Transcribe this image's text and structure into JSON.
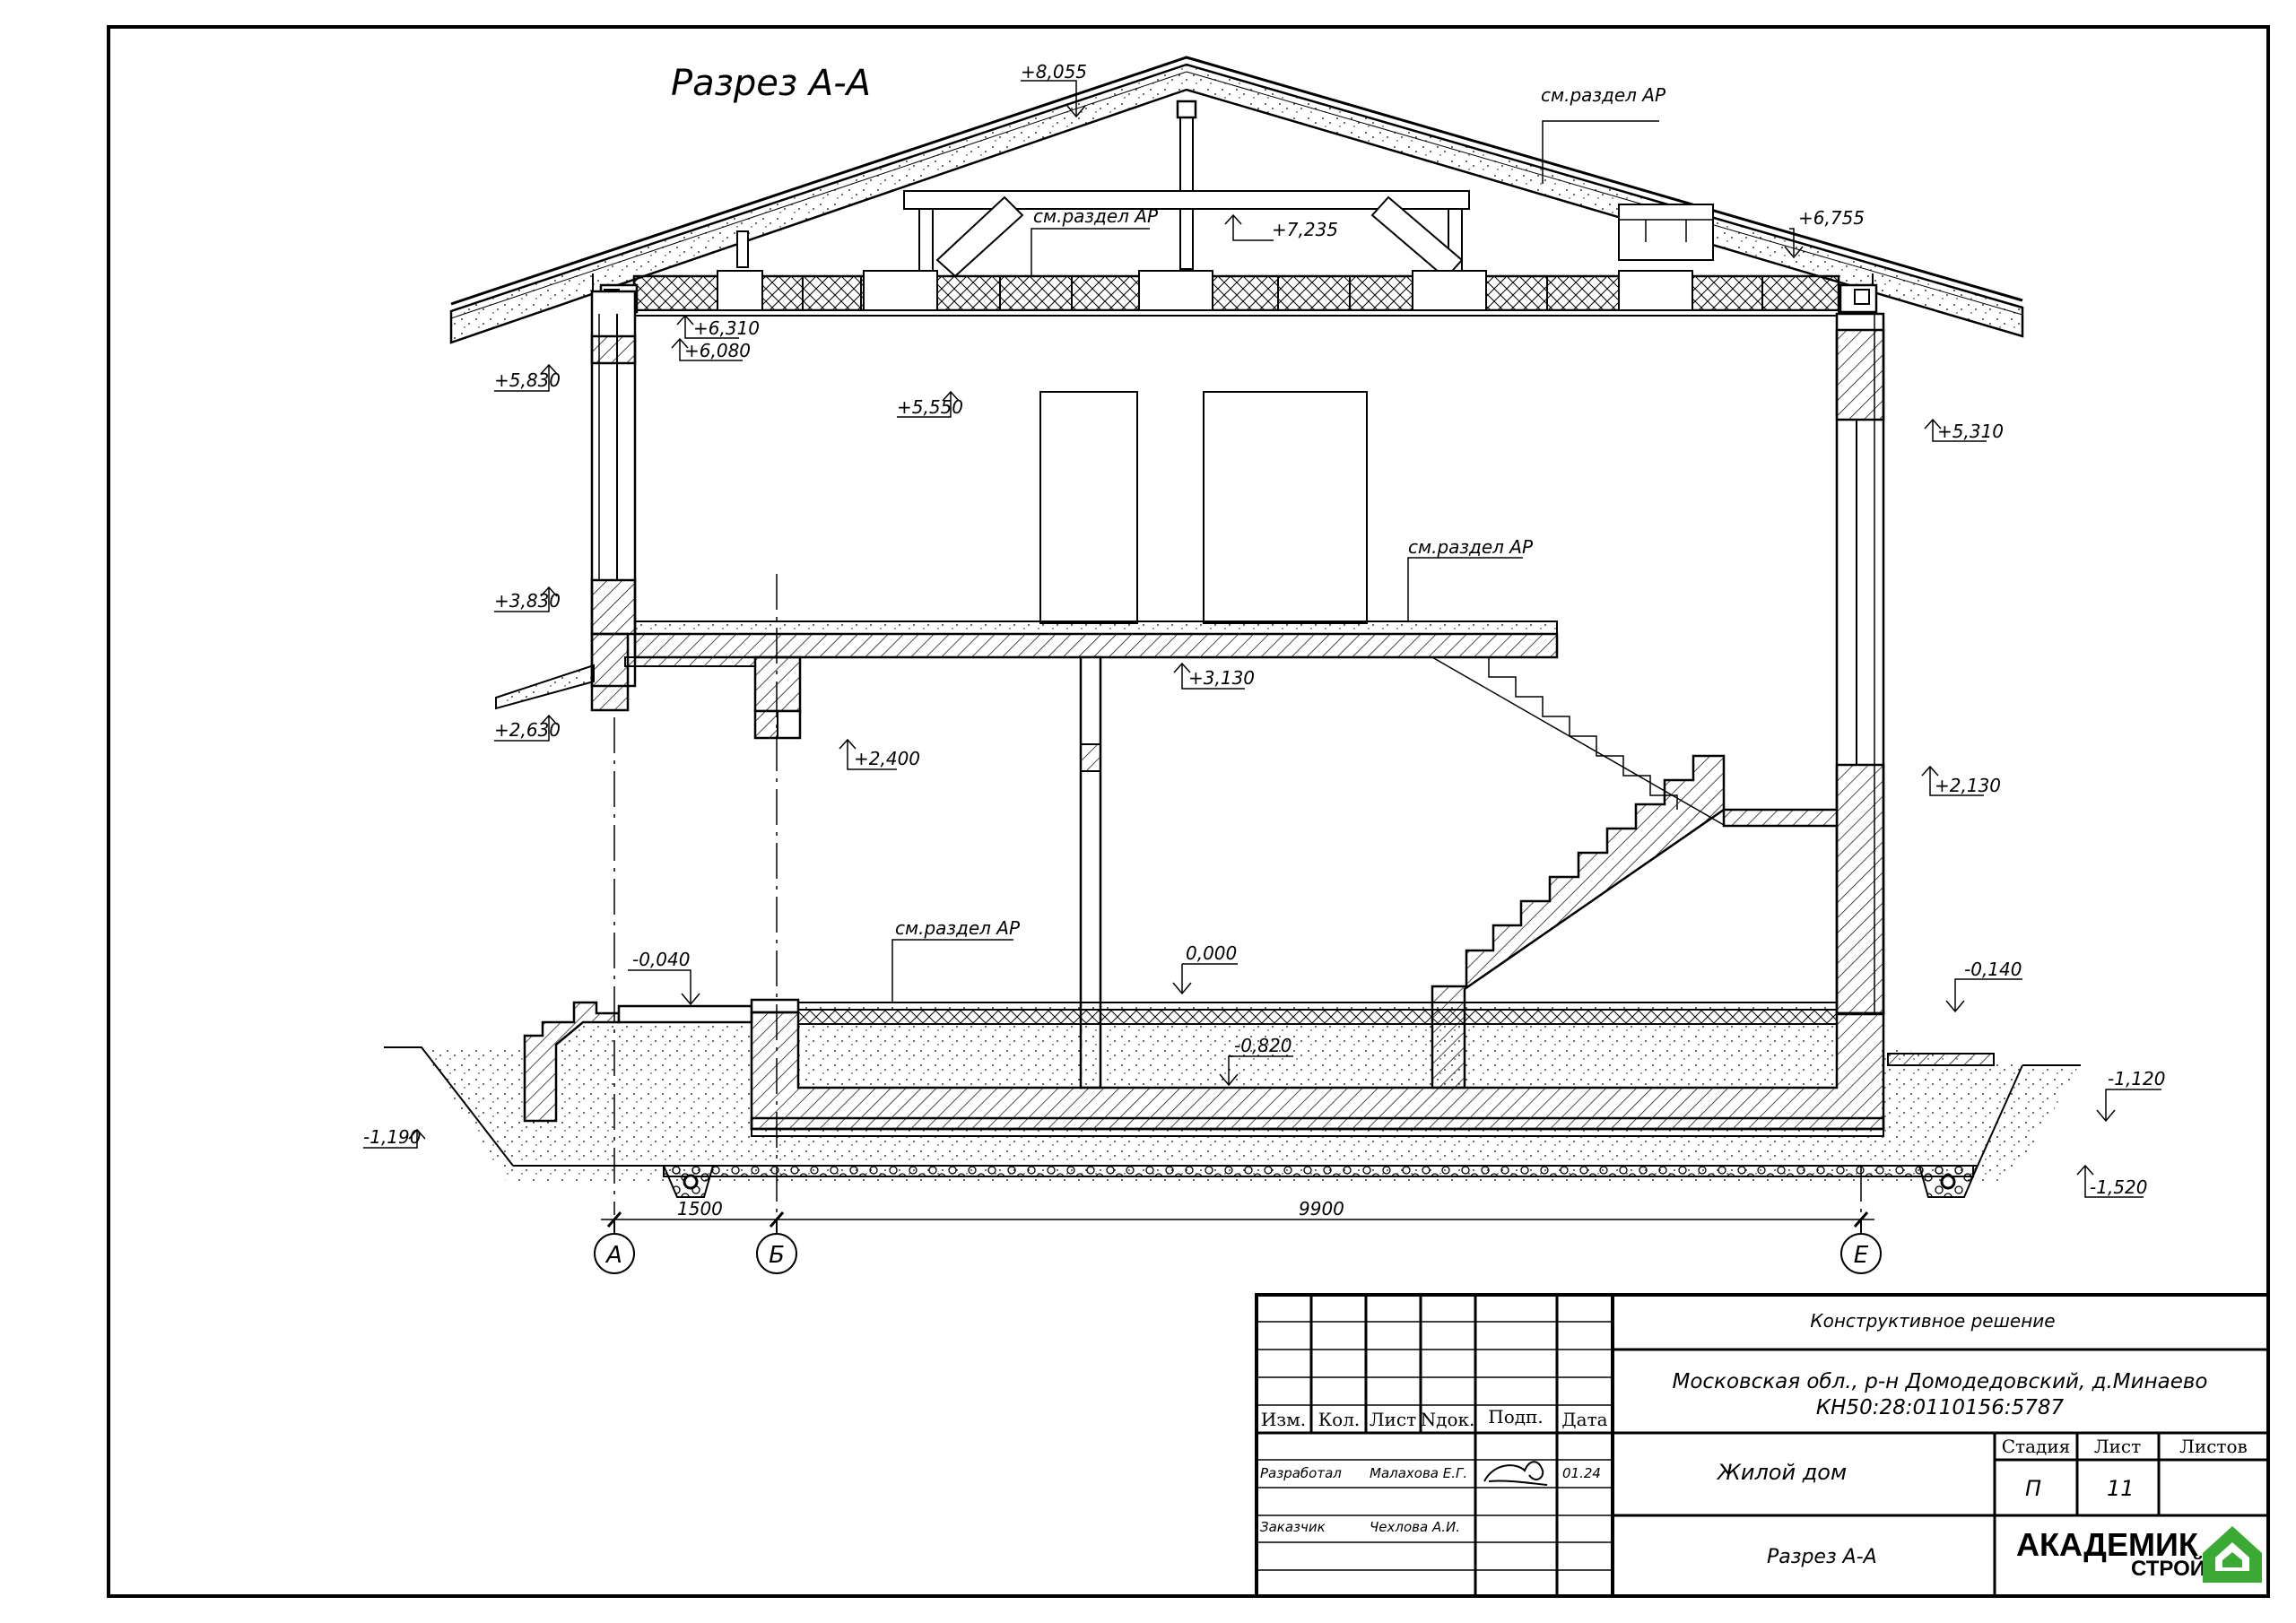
{
  "drawing": {
    "title": "Разрез А-А",
    "notes": {
      "roof_ref": "см.раздел АР",
      "attic_ref": "см.раздел АР",
      "floor2_ref": "см.раздел АР",
      "floor1_ref": "см.раздел АР"
    },
    "levels": {
      "ridge": "+8,055",
      "collar": "+7,235",
      "eave_right": "+6,755",
      "attic_floor": "+6,310",
      "ceiling": "+6,080",
      "eave_left": "+5,830",
      "door_top": "+5,550",
      "wall_right_top": "+5,310",
      "floor2_left": "+3,830",
      "floor2_under": "+3,130",
      "canopy": "+2,630",
      "beam_bottom": "+2,400",
      "landing": "+2,130",
      "porch": "-0,040",
      "floor1": "0,000",
      "ground_right": "-0,140",
      "pit": "-0,820",
      "grade_right": "-1,120",
      "grade_left": "-1,190",
      "foundation": "-1,520"
    },
    "dimensions": {
      "span_ab": "1500",
      "span_be": "9900"
    },
    "axes": {
      "a": "А",
      "b": "Б",
      "e": "Е"
    }
  },
  "title_block": {
    "headers": {
      "izm": "Изм.",
      "kol": "Кол.",
      "list": "Лист",
      "ndok": "Nдок.",
      "podp": "Подп.",
      "data": "Дата"
    },
    "developer": {
      "role": "Разработал",
      "name": "Малахова Е.Г.",
      "date": "01.24"
    },
    "customer": {
      "role": "Заказчик",
      "name": "Чехлова А.И."
    },
    "section": "Конструктивное решение",
    "address_line1": "Московская обл., р-н Домодедовский, д.Минаево",
    "address_line2": "КН50:28:0110156:5787",
    "object": "Жилой дом",
    "stage_label": "Стадия",
    "sheet_label": "Лист",
    "sheets_label": "Листов",
    "stage_value": "П",
    "sheet_value": "11",
    "sheets_value": "",
    "drawing_name": "Разрез А-А",
    "logo_line1": "АКАДЕМИК",
    "logo_line2": "СТРОЙ"
  },
  "colors": {
    "logo_green": "#3aaa35",
    "logo_blue": "#1d8fce",
    "line": "#000000"
  }
}
